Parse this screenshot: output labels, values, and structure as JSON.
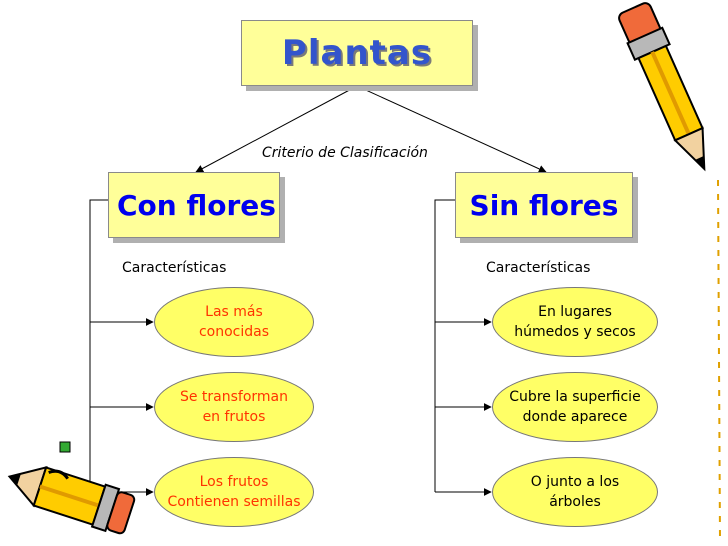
{
  "title": "Plantas",
  "criterion": "Criterio de Clasificación",
  "left": {
    "title": "Con flores",
    "characteristics_label": "Características",
    "items": [
      "Las más\nconocidas",
      "Se transforman\nen frutos",
      "Los frutos\nContienen semillas"
    ]
  },
  "right": {
    "title": "Sin flores",
    "characteristics_label": "Características",
    "items": [
      "En lugares\nhúmedos y secos",
      "Cubre la superficie\ndonde aparece",
      "O junto a los\nárboles"
    ]
  },
  "colors": {
    "box_fill": "#ffff99",
    "ellipse_fill": "#ffff66",
    "title_text": "#3355cc",
    "category_text": "#0000ee",
    "left_item_text": "#ff3300",
    "right_item_text": "#000000"
  },
  "icons": [
    "pencil-icon",
    "pencil-icon"
  ]
}
